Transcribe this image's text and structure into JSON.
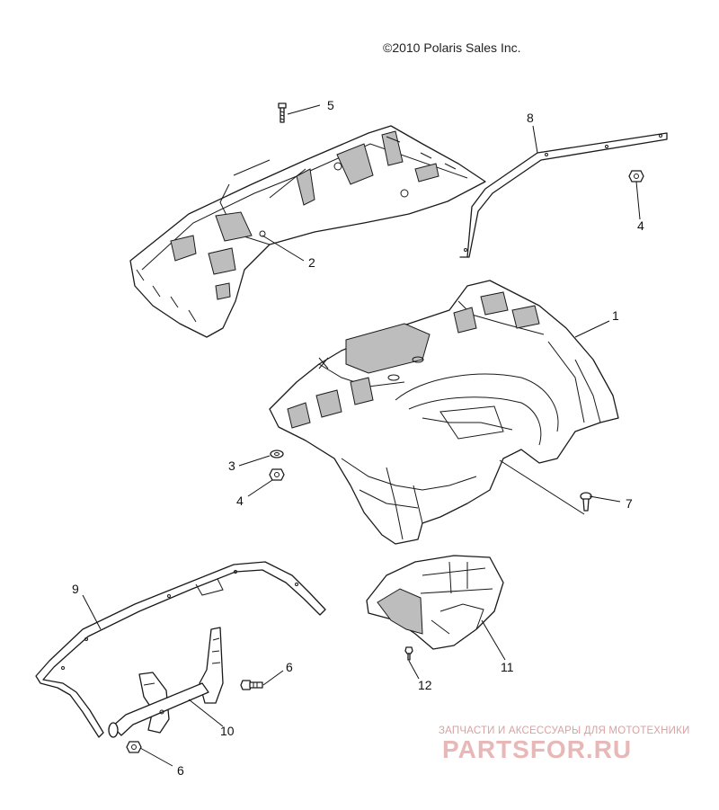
{
  "copyright": "©2010 Polaris Sales Inc.",
  "callouts": [
    {
      "id": "c1",
      "label": "1"
    },
    {
      "id": "c2",
      "label": "2"
    },
    {
      "id": "c3",
      "label": "3"
    },
    {
      "id": "c4a",
      "label": "4"
    },
    {
      "id": "c4b",
      "label": "4"
    },
    {
      "id": "c5",
      "label": "5"
    },
    {
      "id": "c6a",
      "label": "6"
    },
    {
      "id": "c6b",
      "label": "6"
    },
    {
      "id": "c7",
      "label": "7"
    },
    {
      "id": "c8",
      "label": "8"
    },
    {
      "id": "c9",
      "label": "9"
    },
    {
      "id": "c10",
      "label": "10"
    },
    {
      "id": "c11",
      "label": "11"
    },
    {
      "id": "c12",
      "label": "12"
    }
  ],
  "watermark": {
    "tagline": "ЗАПЧАСТИ И АКСЕССУАРЫ ДЛЯ МОТОТЕХНИКИ",
    "brand": "PARTSFOR.RU",
    "color": "#e8b7b7"
  }
}
